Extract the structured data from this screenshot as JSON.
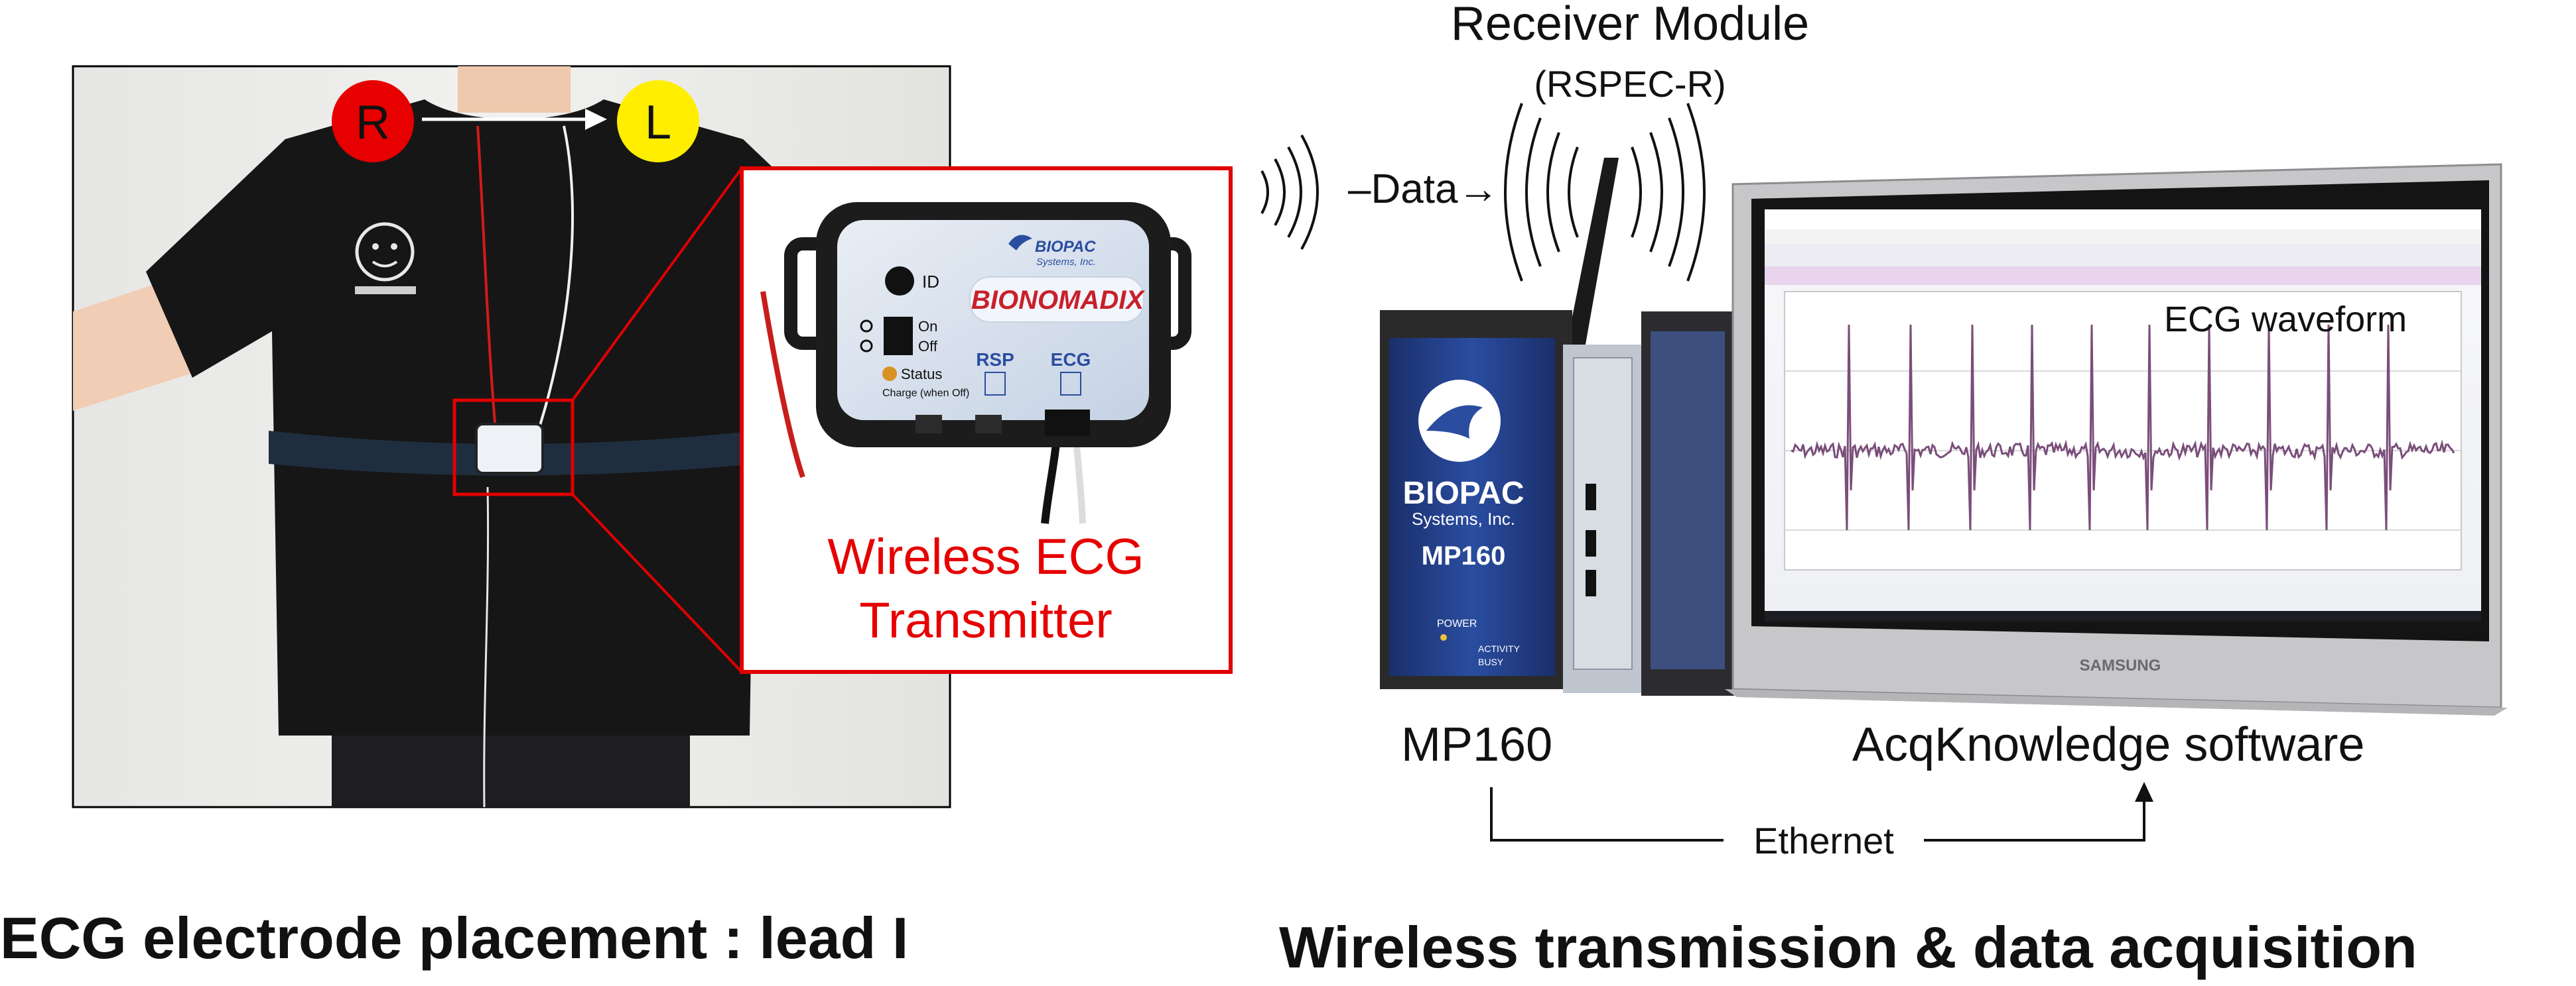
{
  "electrodes": {
    "right": "R",
    "left": "L",
    "right_color": "#e60000",
    "left_color": "#ffee00"
  },
  "transmitter": {
    "brand": "BIOPAC",
    "brand_sub": "Systems, Inc.",
    "product": "BIONOMADIX",
    "id_label": "ID",
    "on_label": "On",
    "off_label": "Off",
    "status_label": "Status",
    "charge_label": "Charge (when Off)",
    "rsp_label": "RSP",
    "ecg_label": "ECG",
    "caption_line1": "Wireless ECG",
    "caption_line2": "Transmitter",
    "caption_color": "#e60000"
  },
  "transmission": {
    "data_label": "–Data→"
  },
  "receiver": {
    "title": "Receiver Module",
    "subtitle": "(RSPEC-R)"
  },
  "mp160": {
    "brand": "BIOPAC",
    "brand_sub": "Systems, Inc.",
    "model": "MP160",
    "label": "MP160",
    "power_label": "POWER",
    "activity_label": "ACTIVITY",
    "busy_label": "BUSY"
  },
  "laptop": {
    "brand": "SAMSUNG",
    "waveform_label": "ECG waveform",
    "software_label": "AcqKnowledge software"
  },
  "link": {
    "label": "Ethernet"
  },
  "sections": {
    "left_title": "ECG electrode placement : lead I",
    "right_title": "Wireless transmission & data acquisition"
  },
  "colors": {
    "highlight": "#e00000",
    "device_blue": "#1b3f8f",
    "text": "#111111"
  }
}
